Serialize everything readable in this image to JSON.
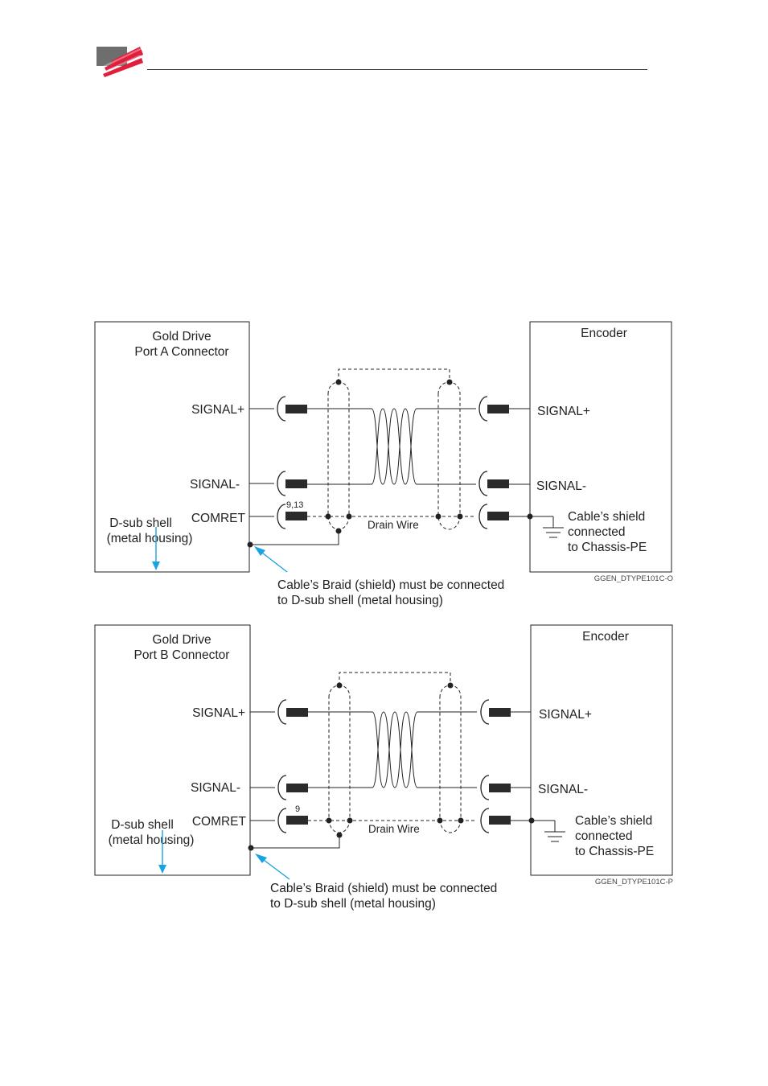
{
  "header": {
    "accent_color": "#e01f3d",
    "logo_gray": "#6e6e6e"
  },
  "diagrams": [
    {
      "drive_title_line1": "Gold Drive",
      "drive_title_line2": "Port A Connector",
      "encoder_title": "Encoder",
      "signal_plus": "SIGNAL+",
      "signal_minus": "SIGNAL-",
      "comret": "COMRET",
      "pin_label": "9,13",
      "drain_wire": "Drain Wire",
      "dsub_line1": "D-sub shell",
      "dsub_line2": "(metal housing)",
      "enc_signal_plus": "SIGNAL+",
      "enc_signal_minus": "SIGNAL-",
      "shield_line1": "Cable’s shield",
      "shield_line2": "connected",
      "shield_line3": "to Chassis-PE",
      "note_line1": "Cable’s Braid (shield) must be connected",
      "note_line2": "to D-sub shell (metal housing)",
      "figure_code": "GGEN_DTYPE101C-O"
    },
    {
      "drive_title_line1": "Gold Drive",
      "drive_title_line2": "Port B Connector",
      "encoder_title": "Encoder",
      "signal_plus": "SIGNAL+",
      "signal_minus": "SIGNAL-",
      "comret": "COMRET",
      "pin_label": "9",
      "drain_wire": "Drain Wire",
      "dsub_line1": "D-sub shell",
      "dsub_line2": "(metal housing)",
      "enc_signal_plus": "SIGNAL+",
      "enc_signal_minus": "SIGNAL-",
      "shield_line1": "Cable’s shield",
      "shield_line2": "connected",
      "shield_line3": "to Chassis-PE",
      "note_line1": "Cable’s Braid (shield) must be connected",
      "note_line2": "to D-sub shell (metal housing)",
      "figure_code": "GGEN_DTYPE101C-P"
    }
  ],
  "colors": {
    "arrow": "#1aa3e0",
    "line": "#222222",
    "connector": "#2b2b2b"
  }
}
